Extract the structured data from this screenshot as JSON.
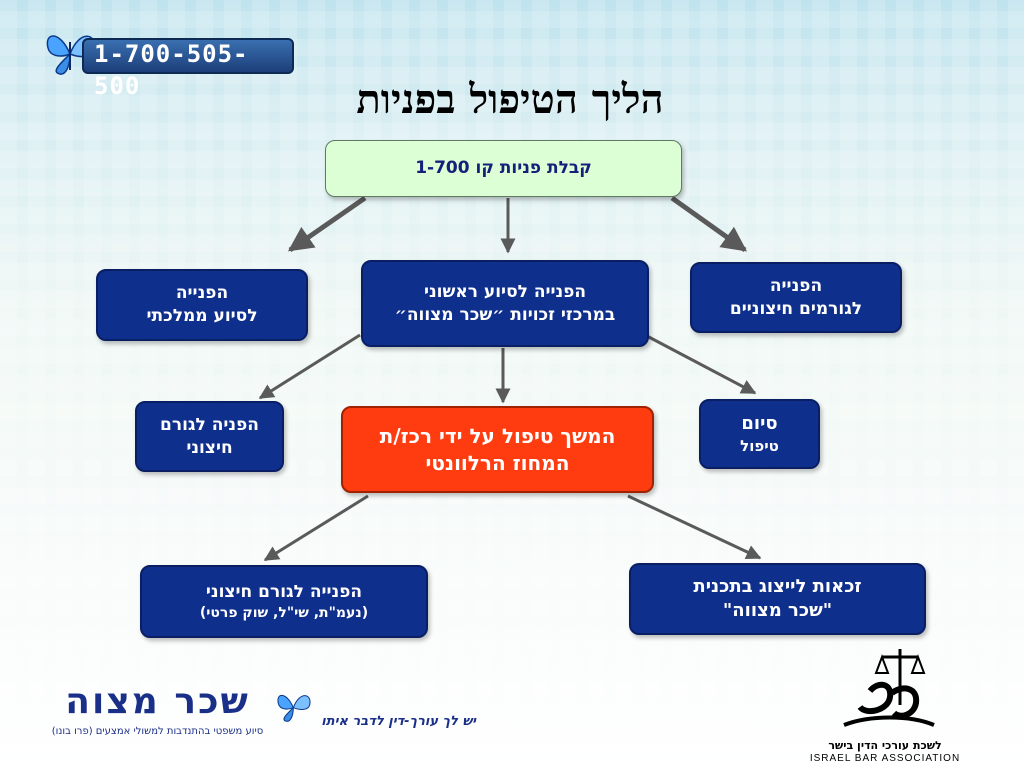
{
  "phone": "1-700-505-500",
  "title": "הליך הטיפול בפניות",
  "nodes": {
    "intake": "קבלת פניות קו 1-700",
    "initial_line1": "הפנייה לסיוע ראשוני",
    "initial_line2": "במרכזי זכויות ״שכר מצווה״",
    "gov_line1": "הפנייה",
    "gov_line2": "לסיוע ממלכתי",
    "external_line1": "הפנייה",
    "external_line2": "לגורמים חיצוניים",
    "ext_factor_line1": "הפניה לגורם",
    "ext_factor_line2": "חיצוני",
    "continue_line1": "המשך טיפול על ידי רכז/ת",
    "continue_line2": "המחוז הרלוונטי",
    "end_line1": "סיום",
    "end_line2": "טיפול",
    "ext_bottom_line1": "הפנייה לגורם חיצוני",
    "ext_bottom_line2": "(נעמ\"ת, שי\"ל, שוק פרטי)",
    "eligibility_line1": "זכאות לייצוג בתכנית",
    "eligibility_line2": "\"שכר מצווה\""
  },
  "logos": {
    "sachar_mitzva": "שכר מצוה",
    "sachar_mitzva_sub": "סיוע משפטי בהתנדבות למשולי אמצעים (פרו בונו)",
    "slogan": "יש לך עורך-דין לדבר איתו",
    "iba_hebrew": "לשכת עורכי הדין בישר",
    "iba_english": "ISRAEL BAR ASSOCIATION"
  },
  "colors": {
    "box_blue": "#0f2f8c",
    "box_red": "#ff3b10",
    "box_green": "#dcffd6",
    "arrow_gray": "#5a5a5a"
  }
}
